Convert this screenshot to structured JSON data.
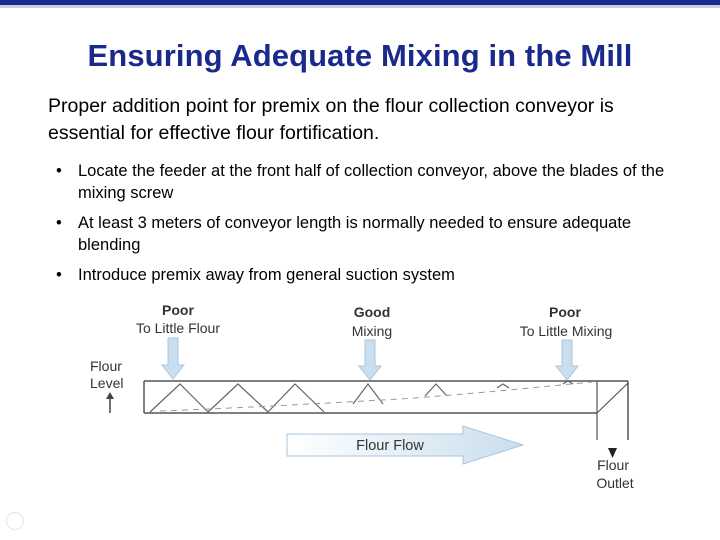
{
  "slide": {
    "title": "Ensuring Adequate Mixing in the Mill",
    "intro": "Proper addition point for premix on the flour collection conveyor is essential for effective flour fortification.",
    "bullet_char": "•",
    "bullets": [
      "Locate the feeder at the front half of collection conveyor, above the blades of the mixing screw",
      "At least 3 meters of conveyor length is normally needed  to ensure adequate blending",
      "Introduce premix away from general suction system"
    ]
  },
  "diagram": {
    "points": [
      {
        "rating": "Poor",
        "note": "To Little Flour"
      },
      {
        "rating": "Good",
        "note": "Mixing"
      },
      {
        "rating": "Poor",
        "note": "To Little Mixing"
      }
    ],
    "flour_level": [
      "Flour",
      "Level"
    ],
    "flow": "Flour Flow",
    "outlet": [
      "Flour",
      "Outlet"
    ],
    "colors": {
      "arrow_fill": "#c9deee",
      "arrow_stroke": "#a9c6df",
      "title": "#1a2a8c"
    }
  }
}
